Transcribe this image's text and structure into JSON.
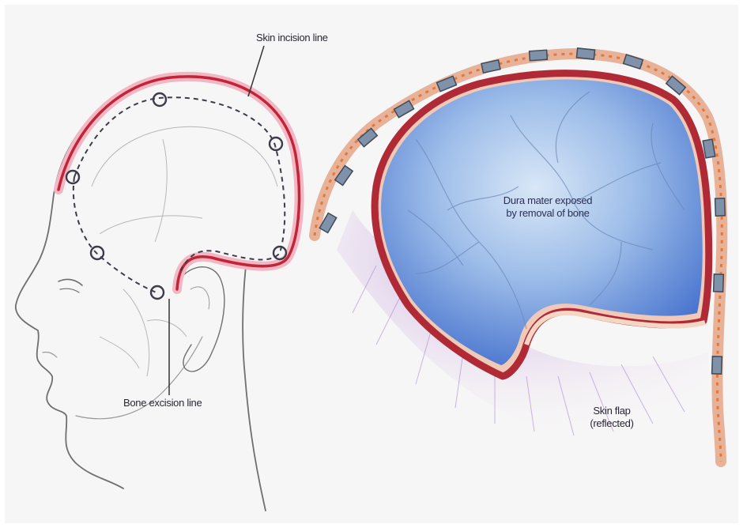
{
  "labels": {
    "skin_incision": "Skin incision line",
    "bone_incision": "Bone excision line",
    "dura_line1": "Dura mater exposed",
    "dura_line2": "by removal of bone",
    "flap_line1": "Skin flap",
    "flap_line2": "(reflected)"
  },
  "colors": {
    "incision_red": "#c2253a",
    "incision_pink": "#f2b7c3",
    "dura_blue": "#4f7fd0",
    "dura_light": "#cfe0f5",
    "flap_purple": "#b48ad6",
    "clamp_gray": "#6d7f95",
    "clamp_orange": "#e07a3c",
    "sketch_gray": "#8a8a8a"
  }
}
